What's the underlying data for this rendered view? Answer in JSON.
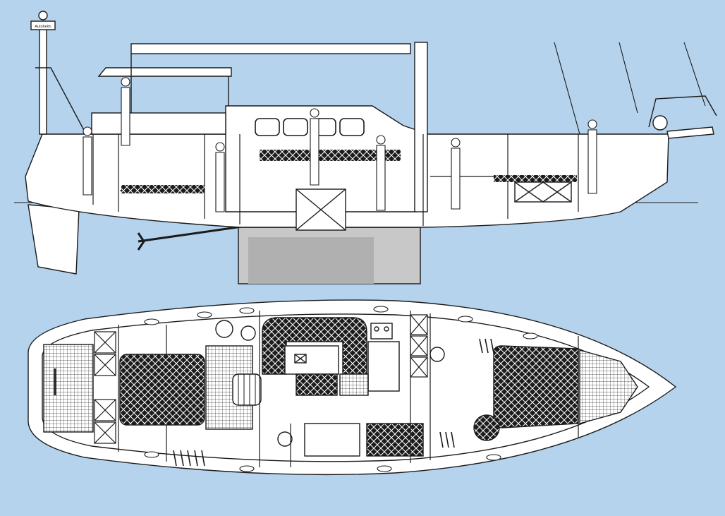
{
  "colors": {
    "background": "#b5d3ed",
    "hull_fill": "#ffffff",
    "line": "#1a1a1a",
    "keel_fill": "#c8c8c8",
    "upholstery_fill": "#222222"
  },
  "labels": {
    "radar_badge": "Autohelm"
  },
  "views": {
    "profile": "profile-view",
    "plan": "plan-view"
  }
}
